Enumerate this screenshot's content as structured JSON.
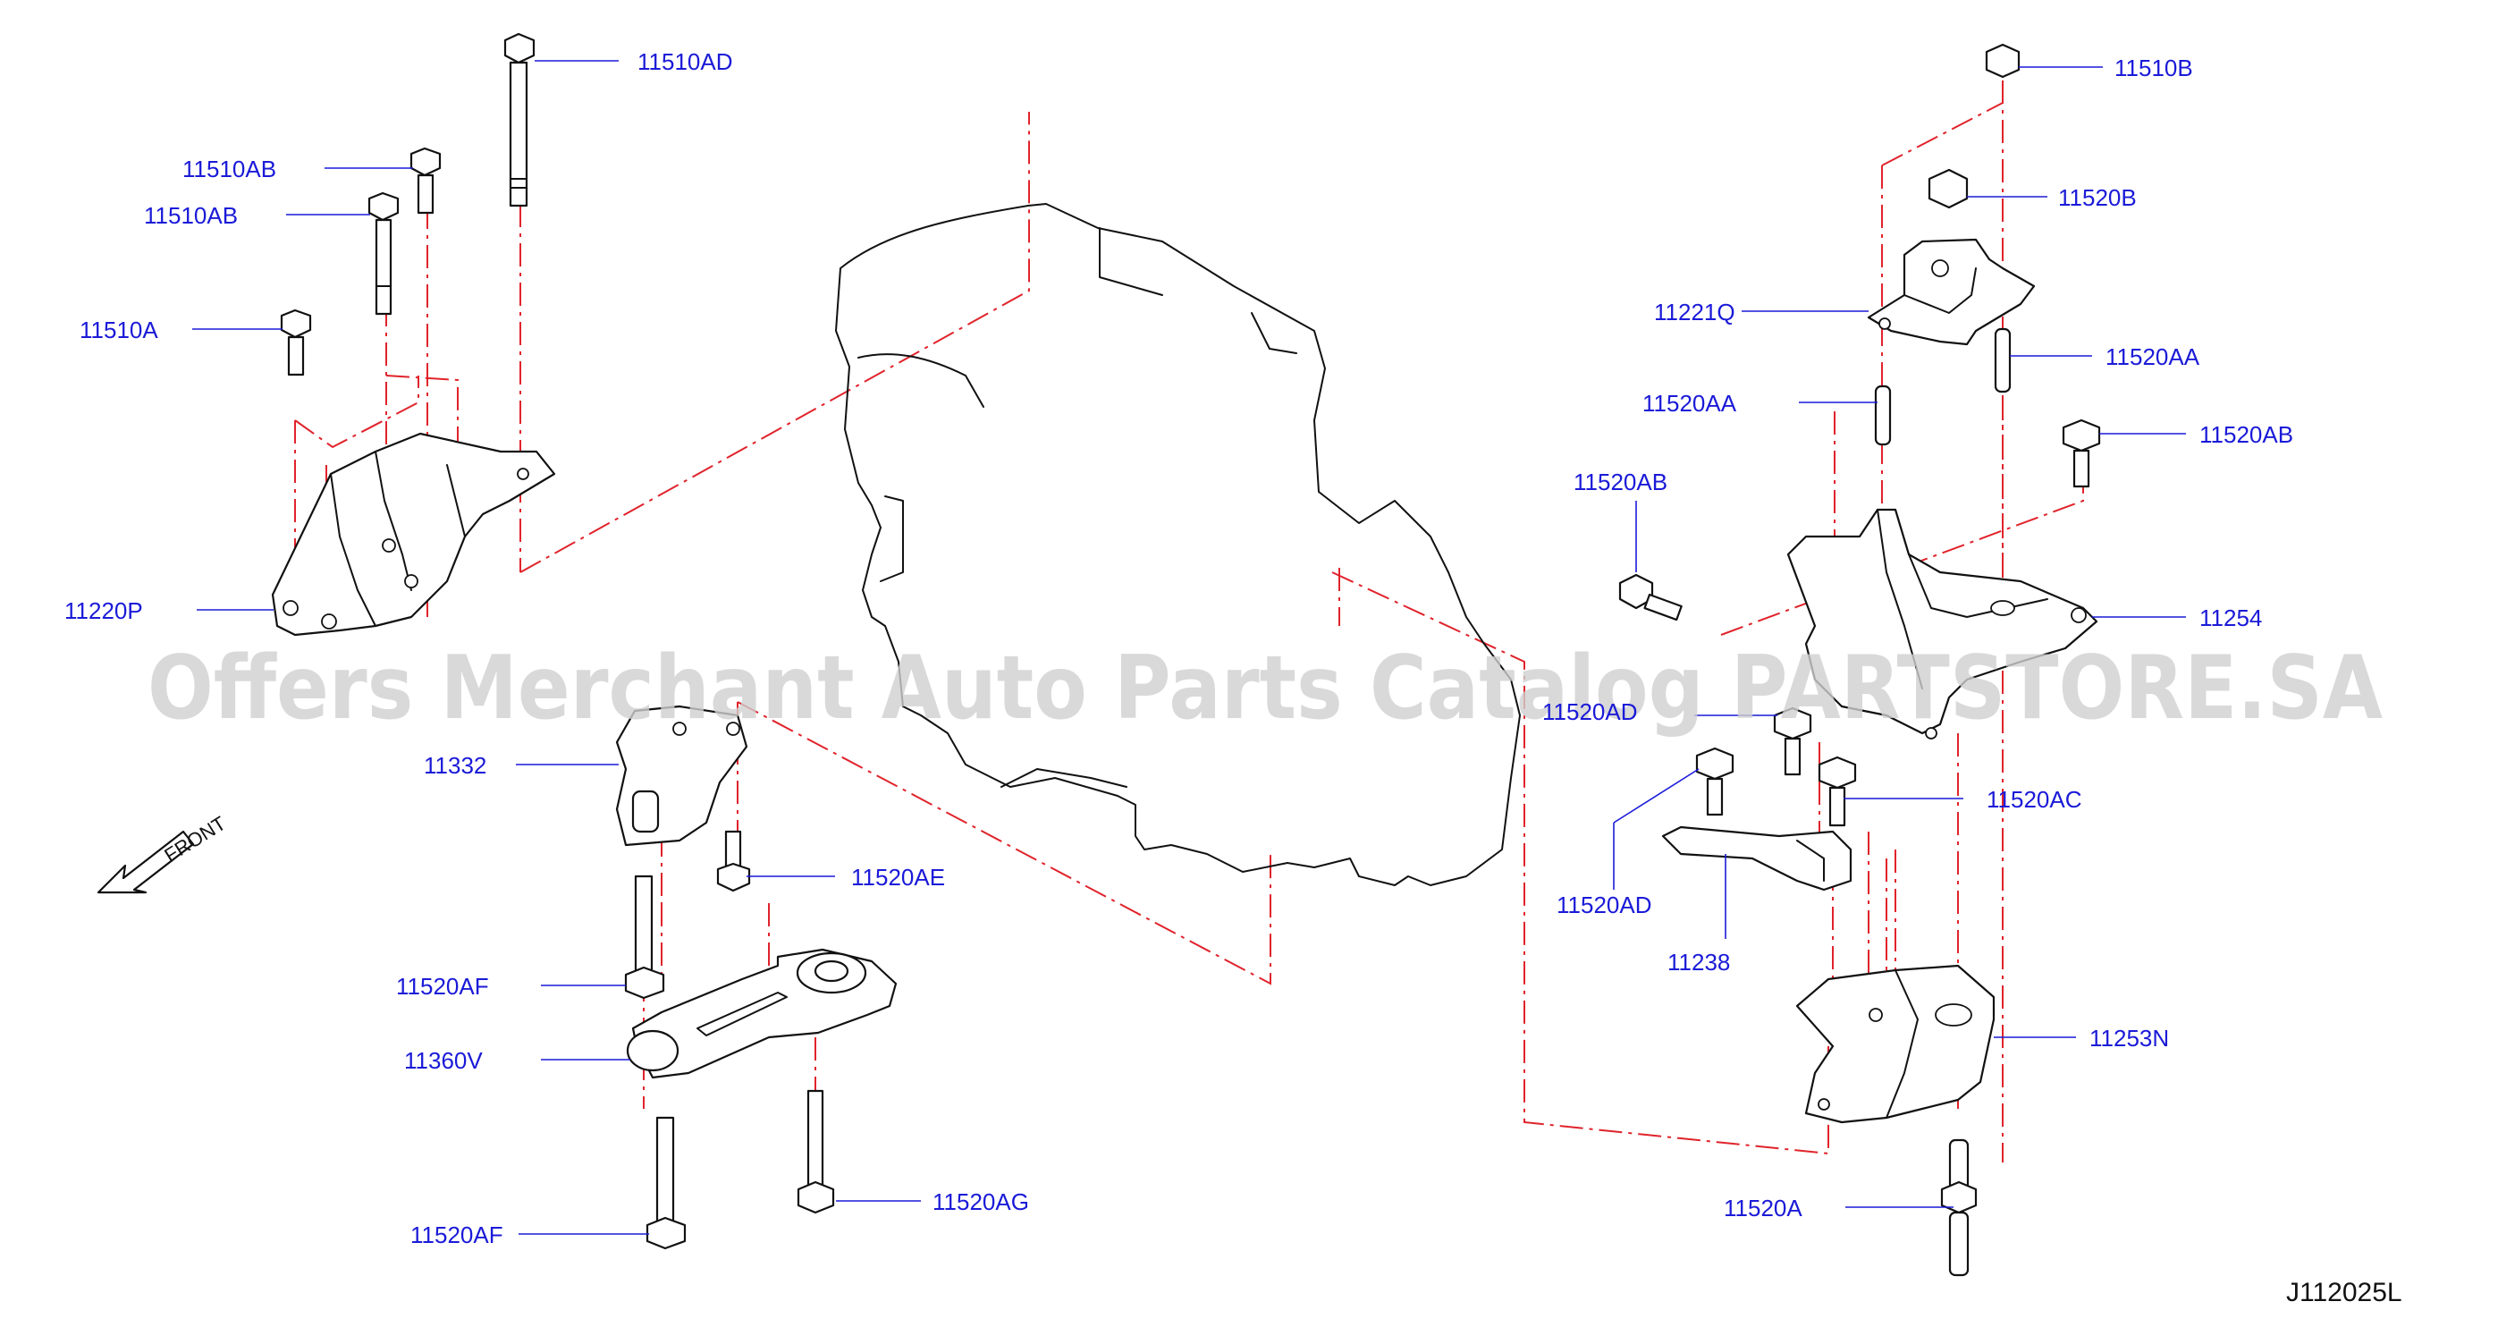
{
  "diagram": {
    "watermark": "Offers Merchant Auto Parts Catalog PARTSTORE.SA",
    "drawing_code": "J112025L",
    "front_label": "FRONT",
    "colors": {
      "label": "#1a1ad8",
      "guide_line": "#e0232b",
      "part_outline": "#111111",
      "watermark": "#d0d0d0"
    },
    "parts": [
      {
        "id": "11510AD",
        "label": "11510AD"
      },
      {
        "id": "11510AB-upper",
        "label": "11510AB"
      },
      {
        "id": "11510AB-lower",
        "label": "11510AB"
      },
      {
        "id": "11510A",
        "label": "11510A"
      },
      {
        "id": "11220P",
        "label": "11220P"
      },
      {
        "id": "11332",
        "label": "11332"
      },
      {
        "id": "11520AE",
        "label": "11520AE"
      },
      {
        "id": "11520AF-upper",
        "label": "11520AF"
      },
      {
        "id": "11360V",
        "label": "11360V"
      },
      {
        "id": "11520AG",
        "label": "11520AG"
      },
      {
        "id": "11520AF-lower",
        "label": "11520AF"
      },
      {
        "id": "11510B",
        "label": "11510B"
      },
      {
        "id": "11520B",
        "label": "11520B"
      },
      {
        "id": "11221Q",
        "label": "11221Q"
      },
      {
        "id": "11520AA-right",
        "label": "11520AA"
      },
      {
        "id": "11520AA-left",
        "label": "11520AA"
      },
      {
        "id": "11520AB-right",
        "label": "11520AB"
      },
      {
        "id": "11520AB-left",
        "label": "11520AB"
      },
      {
        "id": "11254",
        "label": "11254"
      },
      {
        "id": "11520AD-partial",
        "label": "11520AD"
      },
      {
        "id": "11520AC",
        "label": "11520AC"
      },
      {
        "id": "11520AD-lower",
        "label": "11520AD"
      },
      {
        "id": "11238",
        "label": "11238"
      },
      {
        "id": "11253N",
        "label": "11253N"
      },
      {
        "id": "11520A",
        "label": "11520A"
      }
    ]
  }
}
